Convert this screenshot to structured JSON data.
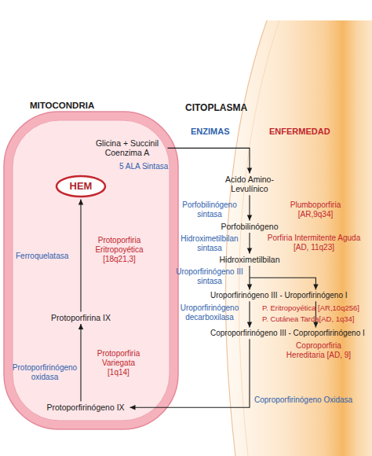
{
  "diagram": {
    "nodes": [
      {
        "text": [
          "MITOCONDRIA"
        ]
      },
      {
        "text": [
          "Glicina + Succinil Coenzima A"
        ],
        "in": 0
      },
      {
        "text": [
          "HEM"
        ],
        "in": 0
      },
      {
        "text": [
          "Protoporfirina IX"
        ],
        "in": 0
      },
      {
        "text": [
          "Protoporfirinógeno IX"
        ],
        "in": 0
      },
      {
        "text": [
          "Acido Amino-Levulínico"
        ]
      },
      {
        "text": [
          "Porfobilinógeno"
        ]
      },
      {
        "text": [
          "Hidroximetilbilan"
        ]
      },
      {
        "text": [
          "Uroporfirinógeno III - Uroporfirinógeno I"
        ]
      },
      {
        "text": [
          "Coproporfirinógeno III - Coproporfirinógeno I"
        ]
      }
    ],
    "edges": [
      {
        "from": 1,
        "to": 5,
        "arrow": "to"
      },
      {
        "from": 5,
        "to": 6,
        "arrow": "to"
      },
      {
        "from": 6,
        "to": 7,
        "arrow": "to"
      },
      {
        "from": 7,
        "to": 8,
        "arrow": "to"
      },
      {
        "from": 8,
        "to": 9,
        "arrow": "to"
      },
      {
        "from": 9,
        "to": 4,
        "arrow": "to"
      },
      {
        "from": 4,
        "to": 3,
        "arrow": "to"
      },
      {
        "from": 3,
        "to": 2,
        "arrow": "to"
      }
    ],
    "labels": [
      "CITOPLASMA",
      "ENZIMAS",
      "ENFERMEDAD",
      "5 ALA Sintasa",
      "Porfobilinógeno sintasa",
      "Plumboporfiria [AR,9q34]",
      "Hidroximetilbilan sintasa",
      "Porfiria Intermitente Aguda [AD, 11q23]",
      "Ferroquelatasa",
      "Protoporfiria Eritropoyética [18q21,3]",
      "Uroporfirinógeno III sintasa",
      "Uroporfirinógeno decarboxilasa",
      "P. Eritropoyética [AR,10q256]",
      "P. Cutánea Tarda[AD, 1q34]",
      "Coproporfiria Hereditaria [AD, 9]",
      "Protoporfiria Variegata [1q14]",
      "Protoporfirinógeno oxidasa",
      "Coproporfirinógeno Oxidasa"
    ]
  }
}
